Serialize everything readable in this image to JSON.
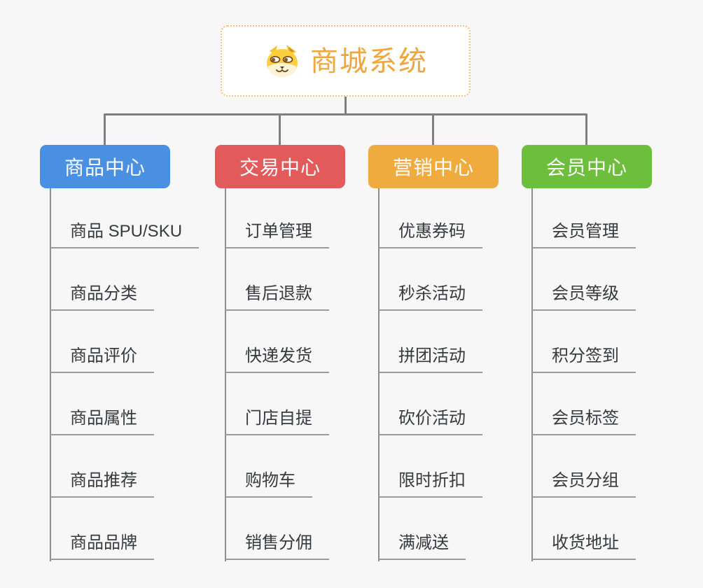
{
  "page": {
    "background_color": "#f7f7f7",
    "connector_color": "#7f7f7f",
    "leaf_line_color": "#9b9b9b",
    "leaf_text_color": "#37393d"
  },
  "root": {
    "title": "商城系统",
    "icon": "dog-face-icon",
    "title_color": "#f0a63c",
    "border_color": "#f1c27a"
  },
  "branches": [
    {
      "label": "商品中心",
      "color": "#4a90e2",
      "items": [
        "商品 SPU/SKU",
        "商品分类",
        "商品评价",
        "商品属性",
        "商品推荐",
        "商品品牌"
      ]
    },
    {
      "label": "交易中心",
      "color": "#e25a5a",
      "items": [
        "订单管理",
        "售后退款",
        "快递发货",
        "门店自提",
        "购物车",
        "销售分佣"
      ]
    },
    {
      "label": "营销中心",
      "color": "#efab3d",
      "items": [
        "优惠券码",
        "秒杀活动",
        "拼团活动",
        "砍价活动",
        "限时折扣",
        "满减送"
      ]
    },
    {
      "label": "会员中心",
      "color": "#6cbe3c",
      "items": [
        "会员管理",
        "会员等级",
        "积分签到",
        "会员标签",
        "会员分组",
        "收货地址"
      ]
    }
  ]
}
